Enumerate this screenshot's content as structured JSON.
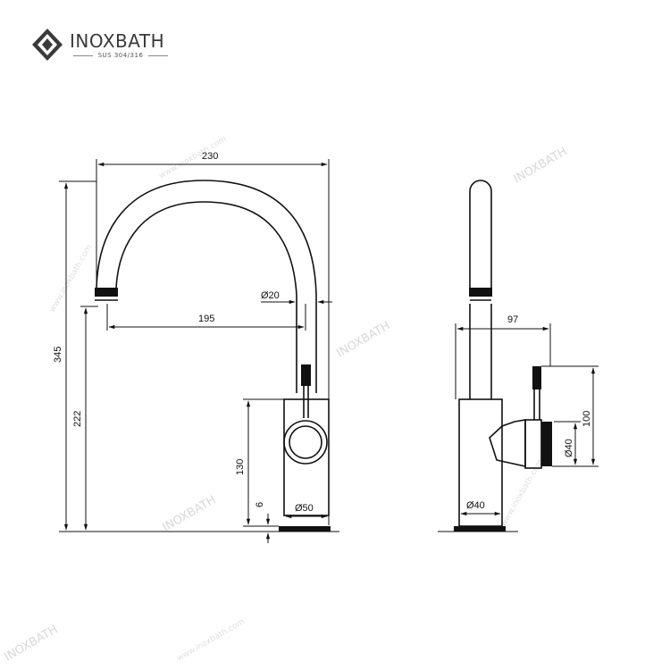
{
  "brand": {
    "name": "INOXBATH",
    "tagline": "SUS 304/316",
    "watermark_url": "www.inoxbath.com"
  },
  "dimensions": {
    "front_width": "230",
    "spout_reach": "195",
    "spout_diameter": "Ø20",
    "total_height": "345",
    "spout_height": "222",
    "body_height": "130",
    "base_thickness": "6",
    "base_diameter": "Ø50",
    "side_depth": "97",
    "handle_height": "100",
    "handle_diameter": "Ø40",
    "side_base_diameter": "Ø40"
  },
  "colors": {
    "line": "#111111",
    "watermark": "#d8d8d8"
  }
}
